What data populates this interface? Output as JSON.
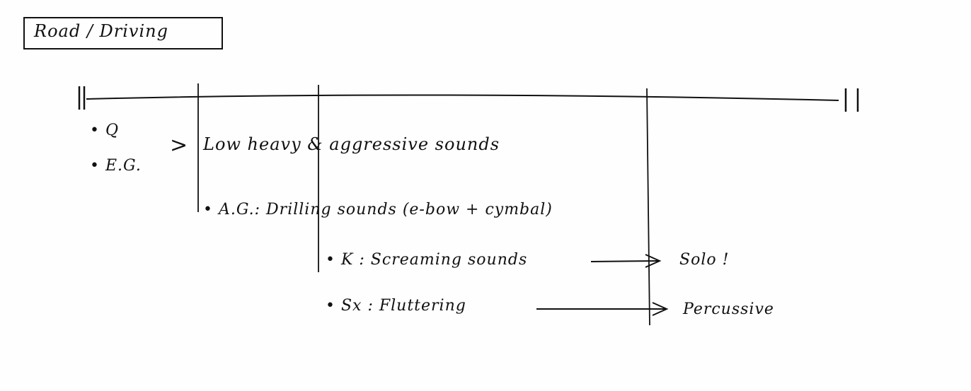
{
  "title": "Road / Driving",
  "instruments": {
    "q": "• Q",
    "eg": "• E.G.",
    "bracket": ">",
    "low_heavy": "Low heavy & aggressive sounds",
    "ag": "• A.G.: Drilling sounds (e-bow + cymbal)",
    "k": "• K : Screaming sounds",
    "k_result": "Solo !",
    "sx": "• Sx : Fluttering",
    "sx_result": "Percussive"
  }
}
